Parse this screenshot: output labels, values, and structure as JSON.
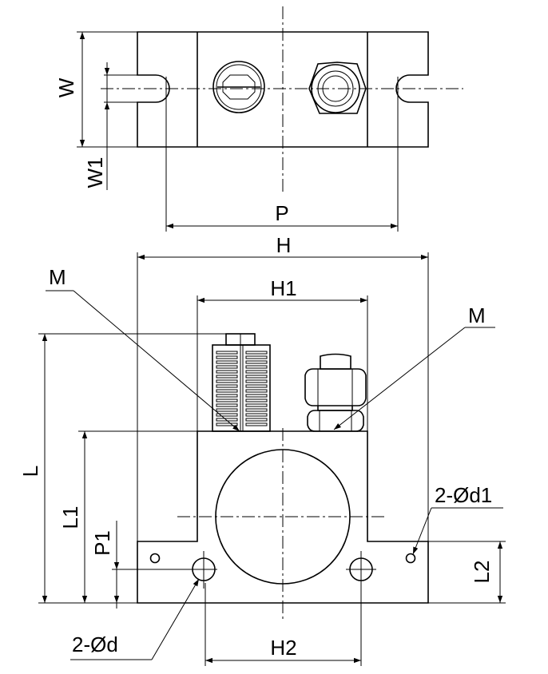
{
  "labels": {
    "w": "W",
    "w1": "W1",
    "p": "P",
    "h": "H",
    "h1": "H1",
    "m_left": "M",
    "m_right": "M",
    "l": "L",
    "l1": "L1",
    "p1": "P1",
    "d1": "2-Ød1",
    "l2": "L2",
    "d": "2-Ød",
    "h2": "H2"
  }
}
